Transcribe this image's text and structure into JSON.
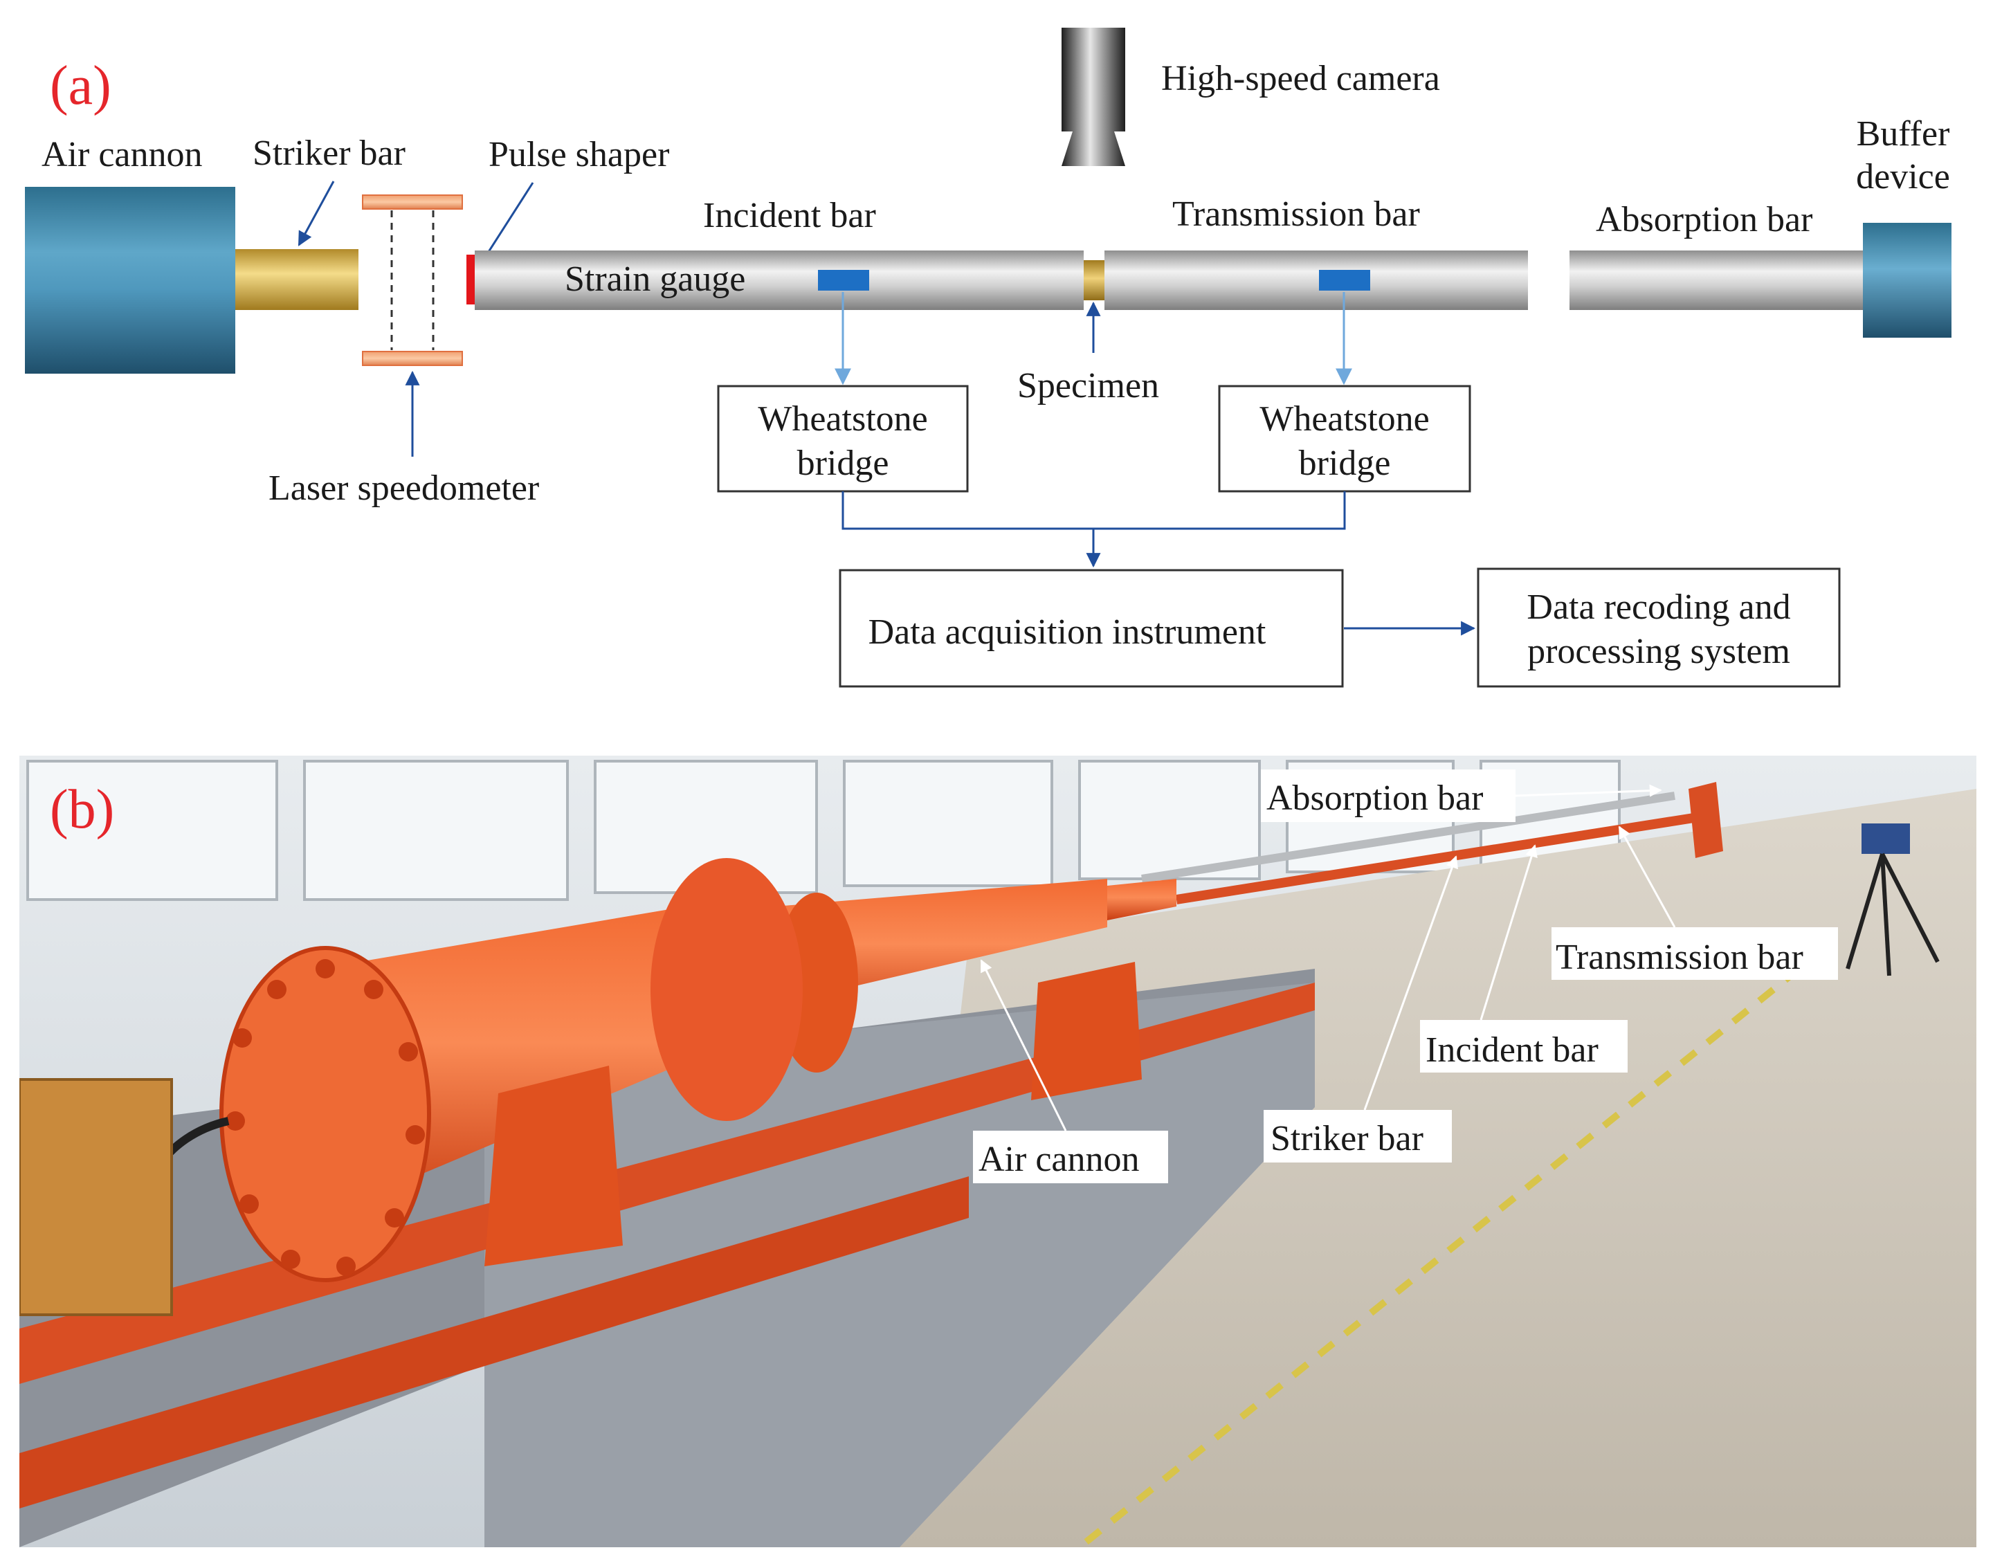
{
  "panel_a": {
    "letter": "(a)",
    "air_cannon": "Air cannon",
    "striker_bar": "Striker bar",
    "pulse_shaper": "Pulse shaper",
    "high_speed_camera": "High-speed camera",
    "buffer_device_line1": "Buffer",
    "buffer_device_line2": "device",
    "incident_bar": "Incident bar",
    "transmission_bar": "Transmission bar",
    "absorption_bar": "Absorption bar",
    "strain_gauge": "Strain gauge",
    "specimen": "Specimen",
    "laser_speedometer": "Laser speedometer",
    "wheatstone_left_line1": "Wheatstone",
    "wheatstone_left_line2": "bridge",
    "wheatstone_right_line1": "Wheatstone",
    "wheatstone_right_line2": "bridge",
    "data_acquisition": "Data acquisition instrument",
    "data_recording_line1": "Data recoding and",
    "data_recording_line2": "processing system"
  },
  "panel_b": {
    "letter": "(b)",
    "absorption_bar": "Absorption bar",
    "transmission_bar": "Transmission bar",
    "incident_bar": "Incident bar",
    "striker_bar": "Striker bar",
    "air_cannon": "Air cannon"
  },
  "colors": {
    "panel_letter": "#e5262b",
    "strain_gauge_blue": "#1d6fc4",
    "arrow_blue": "#1f4e9c",
    "apparatus_orange": "#e8501f",
    "floor": "#cfc8bb",
    "platform_gray": "#8d929a"
  }
}
